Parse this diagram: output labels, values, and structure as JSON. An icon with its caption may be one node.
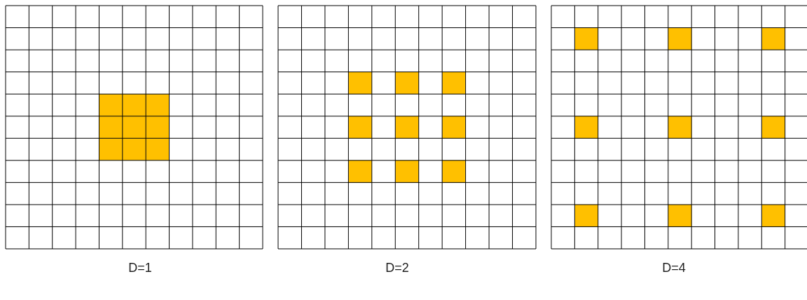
{
  "diagram": {
    "labels": [
      "D=1",
      "D=2",
      "D=4"
    ]
  }
}
